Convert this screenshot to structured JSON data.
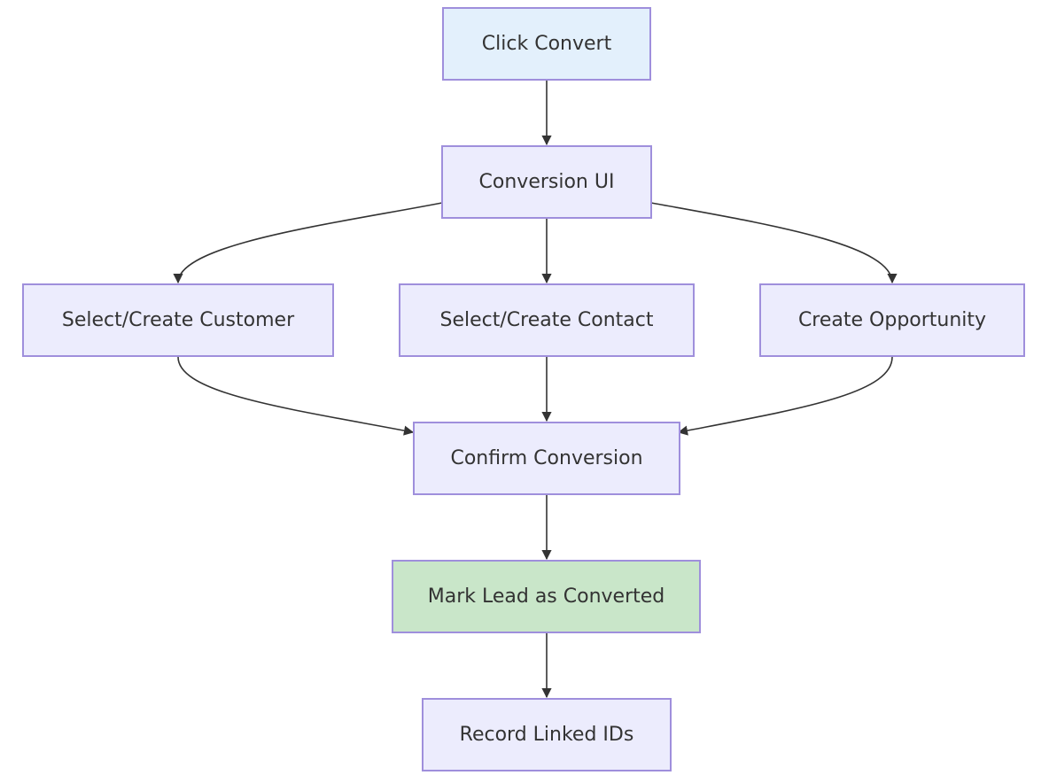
{
  "nodes": {
    "click_convert": "Click Convert",
    "conversion_ui": "Conversion UI",
    "select_customer": "Select/Create Customer",
    "select_contact": "Select/Create Contact",
    "create_opportunity": "Create Opportunity",
    "confirm_conversion": "Confirm Conversion",
    "mark_converted": "Mark Lead as Converted",
    "record_ids": "Record Linked IDs"
  },
  "edges": [
    {
      "from": "click_convert",
      "to": "conversion_ui"
    },
    {
      "from": "conversion_ui",
      "to": "select_customer"
    },
    {
      "from": "conversion_ui",
      "to": "select_contact"
    },
    {
      "from": "conversion_ui",
      "to": "create_opportunity"
    },
    {
      "from": "select_customer",
      "to": "confirm_conversion"
    },
    {
      "from": "select_contact",
      "to": "confirm_conversion"
    },
    {
      "from": "create_opportunity",
      "to": "confirm_conversion"
    },
    {
      "from": "confirm_conversion",
      "to": "mark_converted"
    },
    {
      "from": "mark_converted",
      "to": "record_ids"
    }
  ],
  "colors": {
    "node_fill": "#ececfd",
    "node_border": "#9f8fdc",
    "start_fill": "#e3f0fc",
    "done_fill": "#c9e6c9",
    "edge": "#333333",
    "text": "#333333"
  }
}
